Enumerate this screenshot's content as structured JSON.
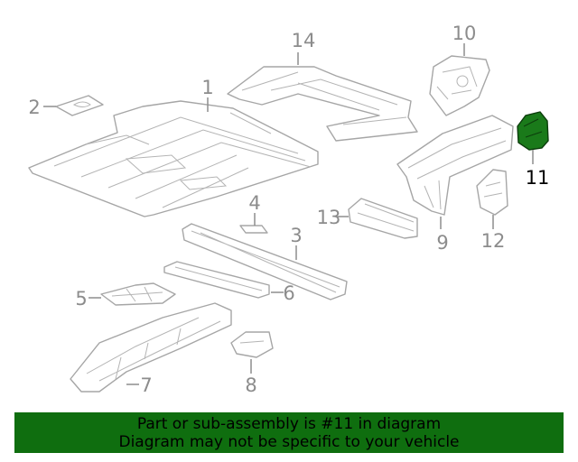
{
  "diagram": {
    "highlight_color": "#1a7a1a",
    "callouts": [
      {
        "id": "1",
        "text": "1"
      },
      {
        "id": "2",
        "text": "2"
      },
      {
        "id": "3",
        "text": "3"
      },
      {
        "id": "4",
        "text": "4"
      },
      {
        "id": "5",
        "text": "5"
      },
      {
        "id": "6",
        "text": "6"
      },
      {
        "id": "7",
        "text": "7"
      },
      {
        "id": "8",
        "text": "8"
      },
      {
        "id": "9",
        "text": "9"
      },
      {
        "id": "10",
        "text": "10"
      },
      {
        "id": "11",
        "text": "11",
        "highlighted": true
      },
      {
        "id": "12",
        "text": "12"
      },
      {
        "id": "13",
        "text": "13"
      },
      {
        "id": "14",
        "text": "14"
      }
    ]
  },
  "banner": {
    "line1": "Part or sub-assembly is #11 in diagram",
    "line2": "Diagram may not be specific to your vehicle",
    "background": "#0f6e0f"
  }
}
